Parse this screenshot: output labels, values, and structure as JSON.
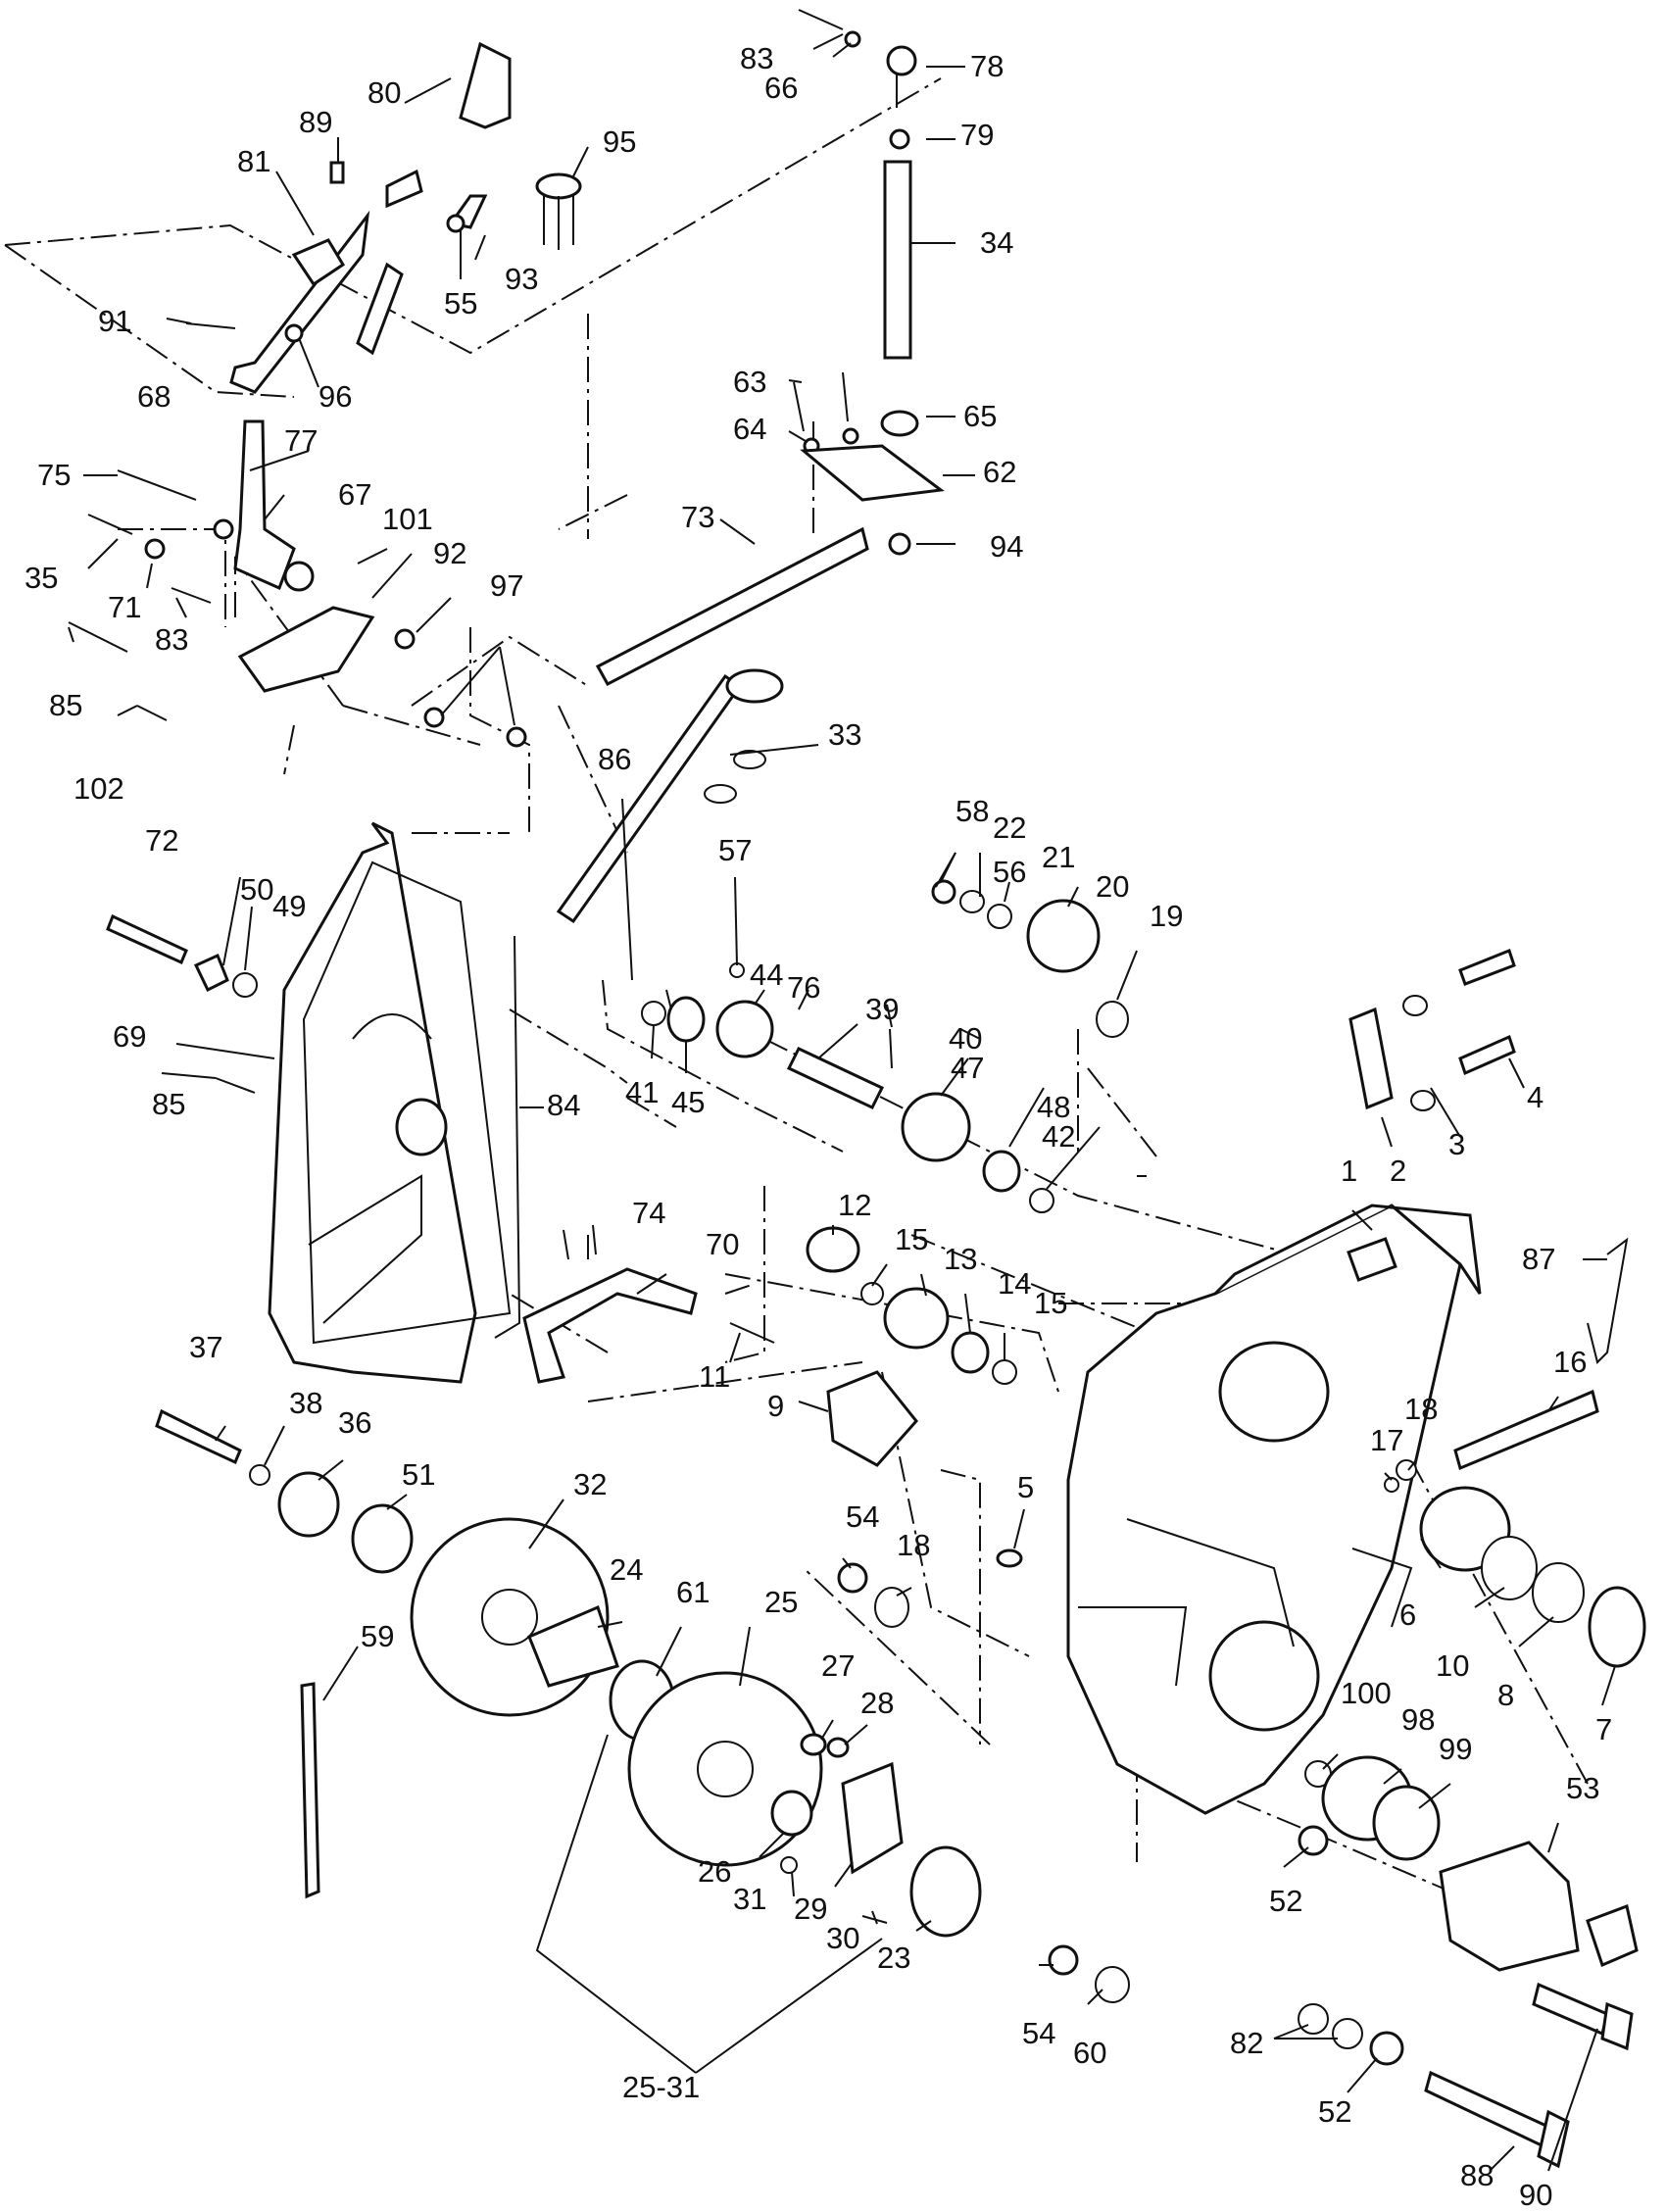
{
  "diagram": {
    "labels": {
      "p1": "1",
      "p2": "2",
      "p3": "3",
      "p4": "4",
      "p5": "5",
      "p6": "6",
      "p7": "7",
      "p8": "8",
      "p9": "9",
      "p10": "10",
      "p11": "11",
      "p12": "12",
      "p13": "13",
      "p14": "14",
      "p15a": "15",
      "p15b": "15",
      "p16": "16",
      "p17": "17",
      "p18a": "18",
      "p18b": "18",
      "p19": "19",
      "p20": "20",
      "p21": "21",
      "p22": "22",
      "p23": "23",
      "p24": "24",
      "p25": "25",
      "p25_31": "25-31",
      "p26": "26",
      "p27": "27",
      "p28": "28",
      "p29": "29",
      "p30": "30",
      "p31": "31",
      "p32": "32",
      "p33": "33",
      "p34": "34",
      "p35": "35",
      "p36": "36",
      "p37": "37",
      "p38": "38",
      "p39": "39",
      "p40": "40",
      "p41": "41",
      "p42": "42",
      "p44": "44",
      "p45": "45",
      "p47": "47",
      "p48": "48",
      "p49": "49",
      "p50": "50",
      "p51": "51",
      "p52a": "52",
      "p52b": "52",
      "p53": "53",
      "p54a": "54",
      "p54b": "54",
      "p55": "55",
      "p56": "56",
      "p57": "57",
      "p58": "58",
      "p59": "59",
      "p60": "60",
      "p61": "61",
      "p62": "62",
      "p63": "63",
      "p64": "64",
      "p65": "65",
      "p66": "66",
      "p67": "67",
      "p68": "68",
      "p69": "69",
      "p70": "70",
      "p71": "71",
      "p72": "72",
      "p73": "73",
      "p74": "74",
      "p75": "75",
      "p76": "76",
      "p77": "77",
      "p78": "78",
      "p79": "79",
      "p80": "80",
      "p81": "81",
      "p82": "82",
      "p83a": "83",
      "p83b": "83",
      "p84": "84",
      "p85a": "85",
      "p85b": "85",
      "p86": "86",
      "p87": "87",
      "p88": "88",
      "p89": "89",
      "p90": "90",
      "p91": "91",
      "p92": "92",
      "p93": "93",
      "p94": "94",
      "p95": "95",
      "p96": "96",
      "p97": "97",
      "p98": "98",
      "p99": "99",
      "p100": "100",
      "p101": "101",
      "p102": "102"
    }
  }
}
